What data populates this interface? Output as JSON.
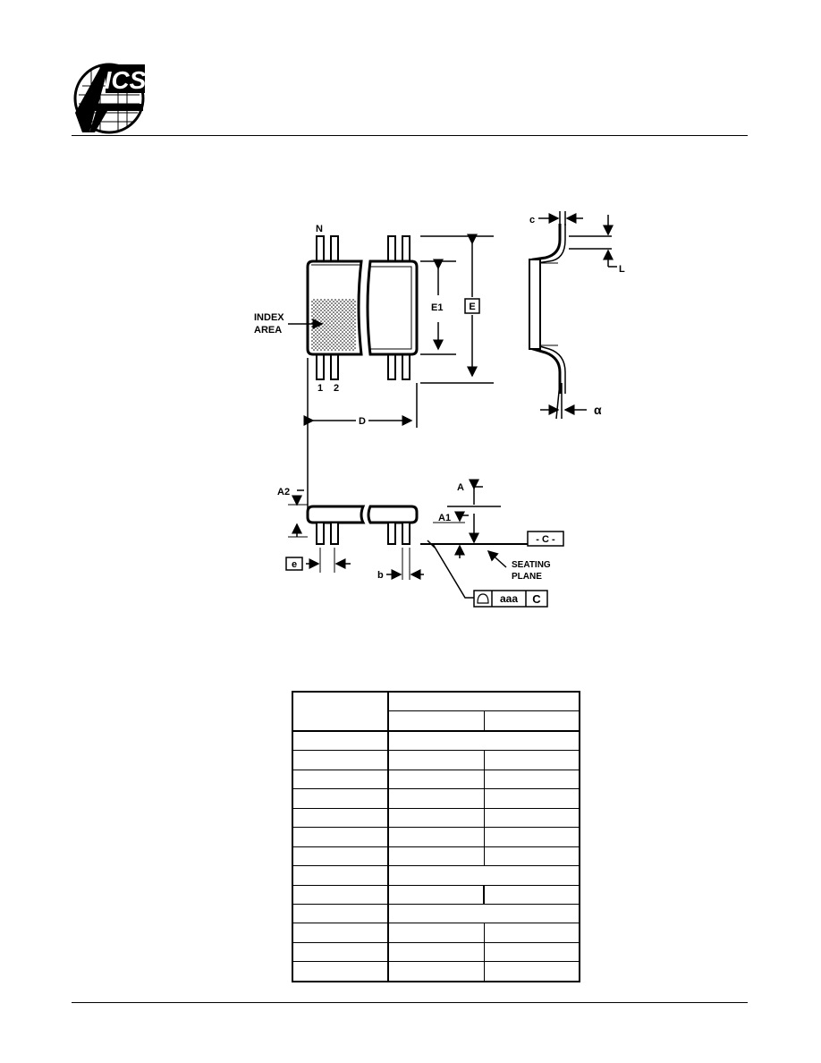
{
  "header": {
    "logo_text": "ICS"
  },
  "drawing": {
    "labels": {
      "pin_n": "N",
      "pin_1": "1",
      "pin_2": "2",
      "index_area_line1": "INDEX",
      "index_area_line2": "AREA",
      "dim_e1": "E1",
      "dim_e": "E",
      "dim_d": "D",
      "dim_c": "c",
      "dim_l": "L",
      "dim_alpha": "α",
      "dim_a": "A",
      "dim_a1": "A1",
      "dim_a2": "A2",
      "dim_e_pitch": "e",
      "dim_b": "b",
      "datum_c": "- C -",
      "seating_plane_line1": "SEATING",
      "seating_plane_line2": "PLANE",
      "fcf_aaa": "aaa",
      "fcf_datum": "C"
    }
  },
  "table": {
    "rows": 14,
    "columns": 3
  }
}
